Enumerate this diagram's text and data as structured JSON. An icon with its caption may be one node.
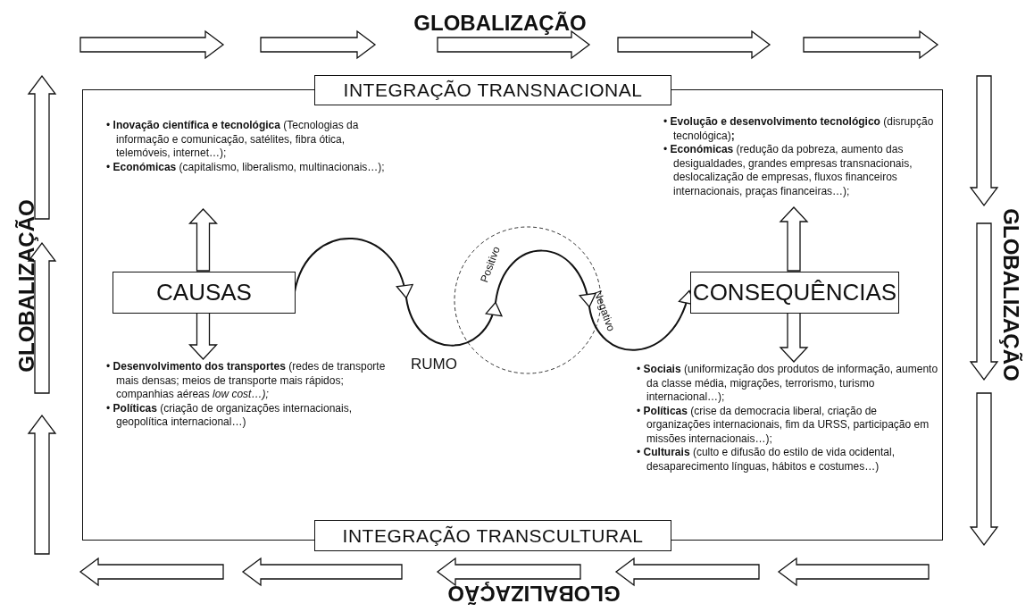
{
  "diagram": {
    "nodes": [
      {
        "text": [],
        "shape": "box"
      },
      {
        "text": [
          "INTEGRAÇÃO TRANSNACIONAL"
        ]
      },
      {
        "text": [
          "• **Inovação científica e tecnológica** (Tecnologias da informação e comunicação, satélites, fibra ótica, telemóveis, internet…);",
          "• **Económicas** (capitalismo, liberalismo, multinacionais…);"
        ],
        "in": 0
      },
      {
        "text": [
          "CAUSAS"
        ],
        "in": 0
      },
      {
        "text": [
          "• **Desenvolvimento dos transportes** (redes de transporte mais densas; meios de transporte mais rápidos; companhias aéreas *low cost…);*",
          "• **Políticas** (criação de organizações internacionais, geopolítica internacional…)"
        ],
        "in": 0
      },
      {
        "text": [
          "• **Evolução e desenvolvimento tecnológico** (disrupção tecnológica)**;**",
          "• **Económicas** (redução da pobreza, aumento das desigualdades, grandes empresas transnacionais, deslocalização de empresas, fluxos financeiros internacionais, praças financeiras…);"
        ],
        "in": 0
      },
      {
        "text": [
          "CONSEQUÊNCIAS"
        ],
        "in": 0
      },
      {
        "text": [
          "• **Sociais** (uniformização dos produtos de informação, aumento da classe média, migrações, terrorismo, turismo internacional…);",
          "• **Políticas** (crise da democracia liberal, criação de organizações internacionais, fim da URSS, participação em missões internacionais…);",
          "• **Culturais** (culto e difusão do estilo de vida ocidental, desaparecimento línguas, hábitos e costumes…)"
        ],
        "in": 0
      },
      {
        "text": [
          "INTEGRAÇÃO TRANSCULTURAL"
        ]
      }
    ],
    "edges": [
      {
        "from": 3,
        "to": 2,
        "arrow": "to"
      },
      {
        "from": 3,
        "to": 4,
        "arrow": "to"
      },
      {
        "from": 3,
        "to": 6,
        "arrow": "to"
      },
      {
        "from": 6,
        "to": 5,
        "arrow": "to"
      },
      {
        "from": 6,
        "to": 7,
        "arrow": "to"
      }
    ],
    "labels": [
      "GLOBALIZAÇÃO",
      "GLOBALIZAÇÃO",
      "GLOBALIZAÇÃO",
      "Positivo",
      "Negativo",
      "RUMO",
      "GLOBALIZAÇÃO"
    ]
  }
}
